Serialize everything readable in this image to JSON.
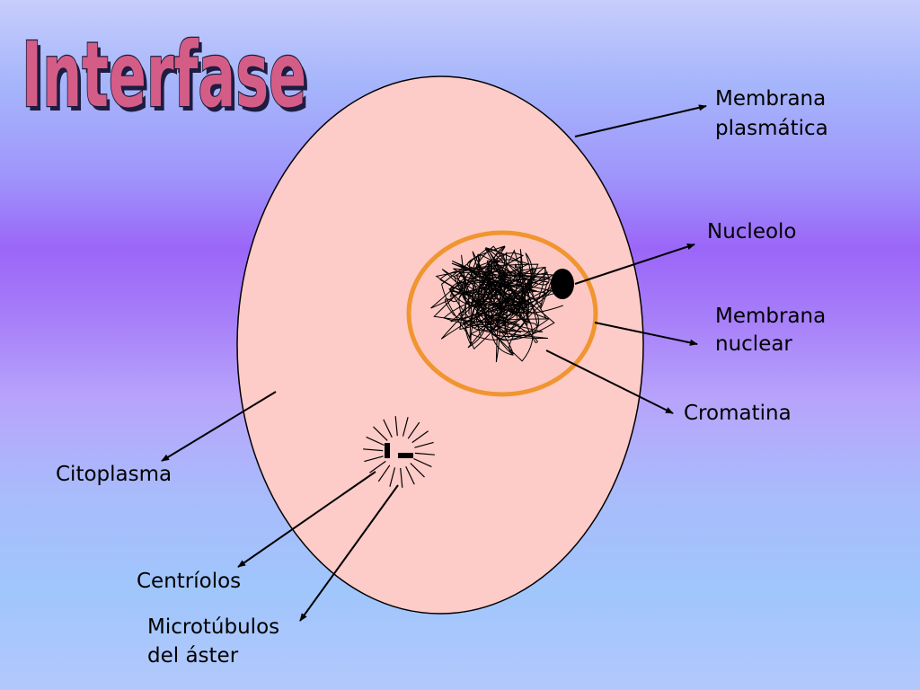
{
  "title": "Interfase",
  "colors": {
    "cell_fill": "#fdcbc8",
    "nuclear_membrane": "#f0952f",
    "nucleus_fill": "#fdc8c4",
    "title_fill": "#d45d87",
    "ink": "#000000"
  },
  "labels": {
    "membrana_plasmatica": [
      "Membrana",
      "plasmática"
    ],
    "nucleolo": [
      "Nucleolo"
    ],
    "membrana_nuclear": [
      "Membrana",
      "nuclear"
    ],
    "cromatina": [
      "Cromatina"
    ],
    "citoplasma": [
      "Citoplasma"
    ],
    "centriolos": [
      "Centríolos"
    ],
    "microtubulos": [
      "Microtúbulos",
      "del áster"
    ]
  }
}
